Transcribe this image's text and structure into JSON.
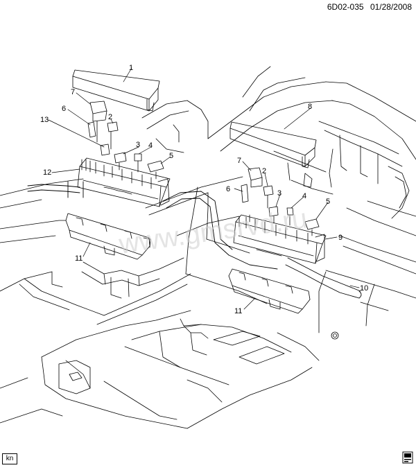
{
  "header": {
    "diagram_id": "6D02-035",
    "date": "01/28/2008"
  },
  "watermark": "www.gmsrvd.ru",
  "footer": {
    "language_code": "kn",
    "book_icon": "book-icon"
  },
  "callouts": {
    "c1": "1",
    "c2a": "2",
    "c3a": "3",
    "c4a": "4",
    "c5a": "5",
    "c6a": "6",
    "c7a": "7",
    "c8": "8",
    "c12": "12",
    "c13": "13",
    "c11a": "11",
    "c7b": "7",
    "c2b": "2",
    "c6b": "6",
    "c3b": "3",
    "c4b": "4",
    "c5b": "5",
    "c9": "9",
    "c10": "10",
    "c11b": "11"
  }
}
